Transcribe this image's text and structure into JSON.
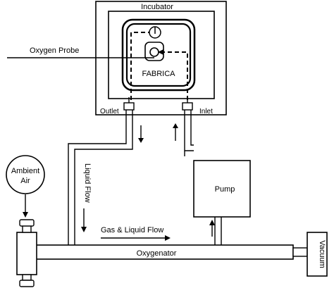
{
  "diagram": {
    "incubator_label": "Incubator",
    "oxygen_probe_label": "Oxygen Probe",
    "fabrica_label": "FABRICA",
    "outlet_label": "Outlet",
    "inlet_label": "Inlet",
    "ambient_air_line1": "Ambient",
    "ambient_air_line2": "Air",
    "liquid_flow_label": "Liquid Flow",
    "pump_label": "Pump",
    "gas_liquid_flow_label": "Gas & Liquid Flow",
    "oxygenator_label": "Oxygenator",
    "vacuum_label": "Vacuum"
  }
}
